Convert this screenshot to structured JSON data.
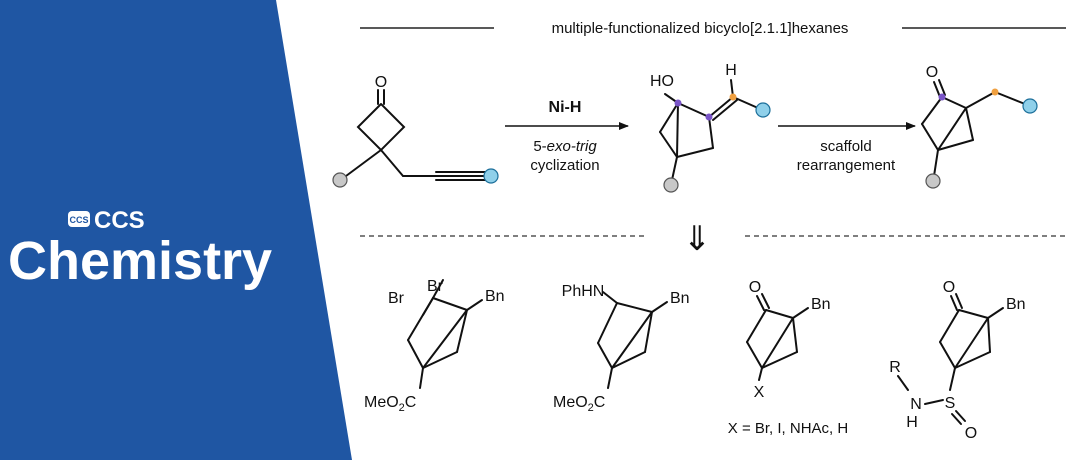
{
  "banner": {
    "badge_text": "CCS",
    "brand_small": "CCS",
    "brand_large": "Chemistry",
    "colors": {
      "panel": "#1f56a3",
      "text": "#ffffff"
    }
  },
  "scheme": {
    "heading": "multiple-functionalized bicyclo[2.1.1]hexanes",
    "reagent": "Ni-H",
    "step1_line1_prefix": "5-",
    "step1_line1_italic": "exo-trig",
    "step1_line2": "cyclization",
    "step2_line1": "scaffold",
    "step2_line2": "rearrangement",
    "carbonyl_O": "O",
    "hydroxyl": "HO",
    "alkene_H": "H",
    "product_O": "O",
    "down_arrow": "⇓"
  },
  "derivatives": {
    "d1": {
      "br_a": "Br",
      "br_b": "Br",
      "bn": "Bn",
      "ester": "MeO",
      "ester_sub": "2",
      "ester_end": "C"
    },
    "d2": {
      "amine": "PhHN",
      "bn": "Bn",
      "ester": "MeO",
      "ester_sub": "2",
      "ester_end": "C"
    },
    "d3": {
      "o": "O",
      "bn": "Bn",
      "x": "X",
      "legend": "X = Br, I, NHAc, H"
    },
    "d4": {
      "o": "O",
      "bn": "Bn",
      "r": "R",
      "n": "N",
      "h": "H",
      "s": "S",
      "so": "O"
    }
  },
  "colors": {
    "grey_sub": "#c8c8c8",
    "blue_sub": "#8fd0ea",
    "purple_atom": "#7a55c8",
    "orange_atom": "#f0a040"
  }
}
